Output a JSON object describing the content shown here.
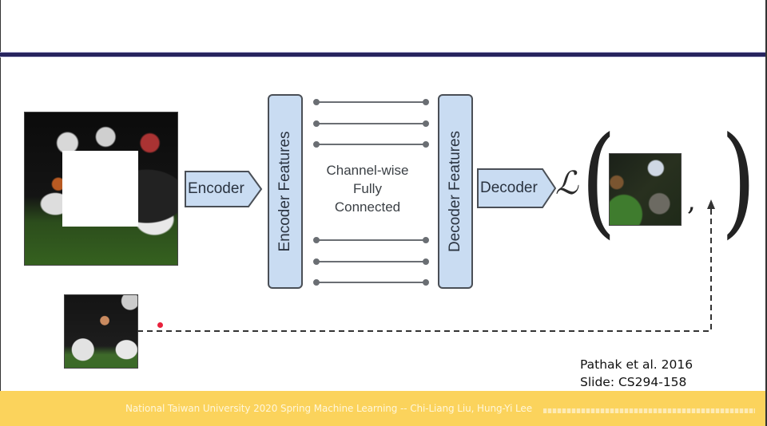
{
  "slide": {
    "diagram": {
      "encoder_label": "Encoder",
      "encoder_features_label": "Encoder  Features",
      "channel_fc_lines": [
        "Channel-wise",
        "Fully",
        "Connected"
      ],
      "decoder_features_label": "Decoder  Features",
      "decoder_label": "Decoder",
      "loss_symbol": "ℒ",
      "paren_open": "(",
      "paren_close": ")",
      "comma": ",",
      "connector_count_top": 3,
      "connector_count_bottom": 3
    },
    "images": {
      "input": "masked-football-image",
      "output": "reconstructed-patch",
      "ground_truth": "ground-truth-patch"
    },
    "citation": {
      "line1": "Pathak et al. 2016",
      "line2": "Slide: CS294-158"
    },
    "footer": {
      "text": "National Taiwan  University 2020 Spring Machine Learning -- Chi-Liang Liu, Hung-Yi Lee"
    },
    "colors": {
      "title_rule": "#27245e",
      "box_fill": "#c9dcf2",
      "footer_bg": "#fbd35c",
      "pointer_dot": "#e8213c"
    }
  }
}
